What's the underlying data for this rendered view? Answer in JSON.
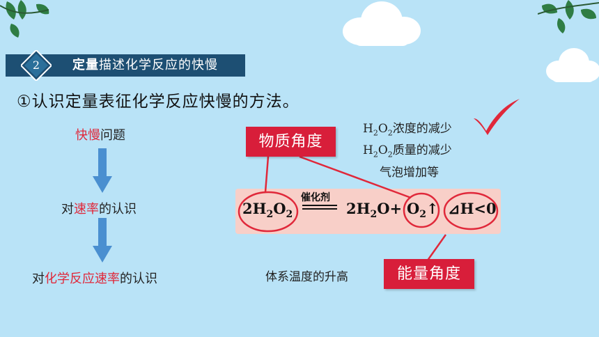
{
  "header": {
    "number": "2",
    "title_bold": "定量",
    "title_rest": "描述化学反应的快慢"
  },
  "subtitle": "①认识定量表征化学反应快慢的方法。",
  "left_flow": {
    "step1": {
      "highlight": "快慢",
      "rest": "问题"
    },
    "step2": {
      "prefix": "对",
      "highlight": "速率",
      "suffix": "的认识"
    },
    "step3": {
      "prefix": "对",
      "highlight": "化学反应速率",
      "suffix": "的认识"
    }
  },
  "labels": {
    "material_angle": "物质角度",
    "energy_angle": "能量角度"
  },
  "equation": {
    "catalyst": "催化剂",
    "reactant_coef": "2H",
    "reactant_sub1": "2",
    "reactant_o": "O",
    "reactant_sub2": "2",
    "product1_coef": "2H",
    "product1_sub": "2",
    "product1_o": "O+",
    "product2_o": "O",
    "product2_sub": "2",
    "product2_arrow": "↑",
    "enthalpy": "⊿H<0"
  },
  "observations": {
    "obs1_formula_h": "H",
    "obs1_sub1": "2",
    "obs1_o": "O",
    "obs1_sub2": "2",
    "obs1_text": "浓度的减少",
    "obs2_formula_h": "H",
    "obs2_sub1": "2",
    "obs2_o": "O",
    "obs2_sub2": "2",
    "obs2_text": "质量的减少",
    "obs3_text": "气泡增加等",
    "temperature": "体系温度的升高"
  },
  "colors": {
    "background": "#b9e3f7",
    "banner": "#1d4f73",
    "accent_red": "#d81e3a",
    "highlight_red": "#e0283a",
    "equation_band": "#f8cfc8",
    "arrow_blue": "#4a8fd0"
  },
  "icons": {
    "checkmark": "checkmark-icon",
    "down_arrow": "down-arrow-icon",
    "cloud": "cloud-icon",
    "leaf": "leaf-icon"
  }
}
